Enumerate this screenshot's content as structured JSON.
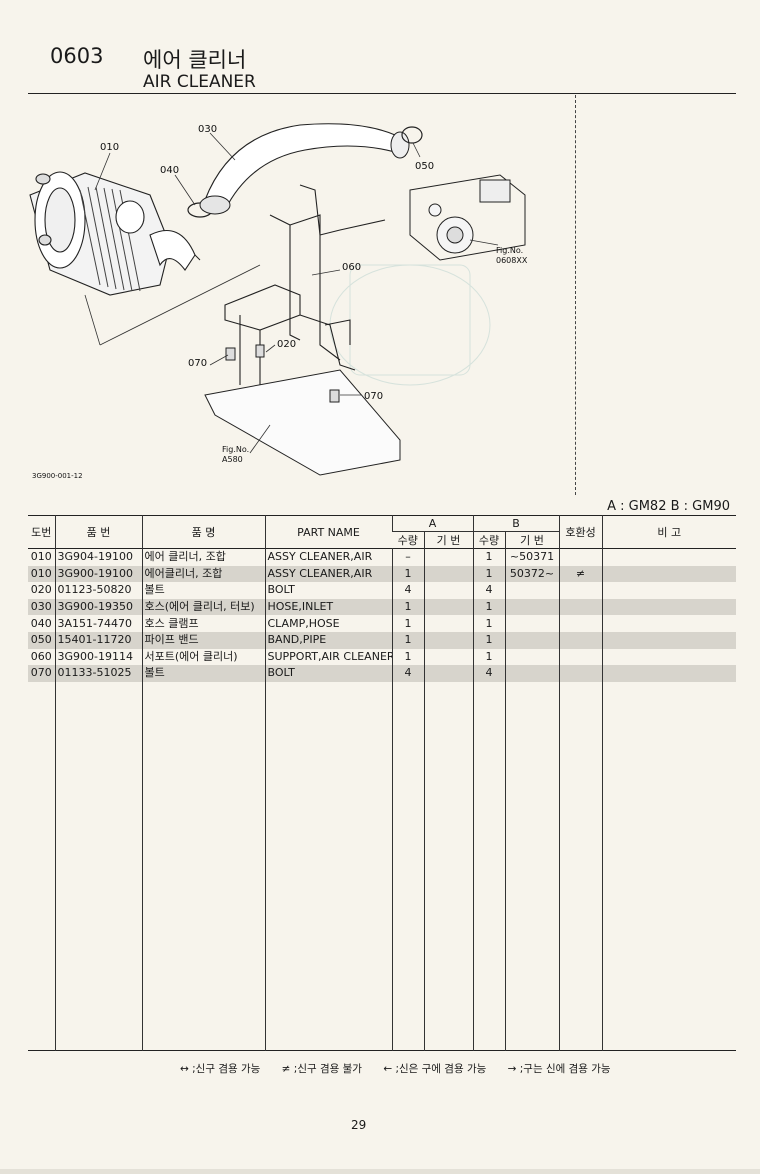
{
  "header": {
    "section_code": "0603",
    "title_kr": "에어 클리너",
    "title_en": "AIR CLEANER"
  },
  "diagram": {
    "callouts": {
      "c010": "010",
      "c020": "020",
      "c030": "030",
      "c040": "040",
      "c050": "050",
      "c060": "060",
      "c070a": "070",
      "c070b": "070",
      "fig1_label": "Fig.No.",
      "fig1_ref": "0608XX",
      "fig2_label": "Fig.No.",
      "fig2_ref": "A580",
      "drawing_id": "3G900-001-12"
    }
  },
  "models": "A : GM82   B : GM90",
  "table": {
    "headers": {
      "no": "도번",
      "part_no": "품     번",
      "name_kr": "품          명",
      "part_name": "PART  NAME",
      "group_a": "A",
      "group_b": "B",
      "compat": "호환성",
      "remarks": "비     고",
      "qty_a": "수량",
      "serial_a": "기  번",
      "qty_b": "수량",
      "serial_b": "기  번"
    },
    "rows": [
      {
        "no": "010",
        "part_no": "3G904-19100",
        "name_kr": "에어 클리너, 조합",
        "part_name": "ASSY CLEANER,AIR",
        "qty_a": "–",
        "serial_a": "",
        "qty_b": "1",
        "serial_b": "~50371",
        "compat": "",
        "remarks": ""
      },
      {
        "no": "010",
        "part_no": "3G900-19100",
        "name_kr": "에어클리너, 조합",
        "part_name": "ASSY CLEANER,AIR",
        "qty_a": "1",
        "serial_a": "",
        "qty_b": "1",
        "serial_b": "50372~",
        "compat": "≠",
        "remarks": ""
      },
      {
        "no": "020",
        "part_no": "01123-50820",
        "name_kr": "볼트",
        "part_name": "BOLT",
        "qty_a": "4",
        "serial_a": "",
        "qty_b": "4",
        "serial_b": "",
        "compat": "",
        "remarks": ""
      },
      {
        "no": "030",
        "part_no": "3G900-19350",
        "name_kr": "호스(에어 클리너, 터보)",
        "part_name": "HOSE,INLET",
        "qty_a": "1",
        "serial_a": "",
        "qty_b": "1",
        "serial_b": "",
        "compat": "",
        "remarks": ""
      },
      {
        "no": "040",
        "part_no": "3A151-74470",
        "name_kr": "호스 클램프",
        "part_name": "CLAMP,HOSE",
        "qty_a": "1",
        "serial_a": "",
        "qty_b": "1",
        "serial_b": "",
        "compat": "",
        "remarks": ""
      },
      {
        "no": "050",
        "part_no": "15401-11720",
        "name_kr": "파이프 밴드",
        "part_name": "BAND,PIPE",
        "qty_a": "1",
        "serial_a": "",
        "qty_b": "1",
        "serial_b": "",
        "compat": "",
        "remarks": ""
      },
      {
        "no": "060",
        "part_no": "3G900-19114",
        "name_kr": "서포트(에어 클리너)",
        "part_name": "SUPPORT,AIR CLEANER",
        "qty_a": "1",
        "serial_a": "",
        "qty_b": "1",
        "serial_b": "",
        "compat": "",
        "remarks": ""
      },
      {
        "no": "070",
        "part_no": "01133-51025",
        "name_kr": "볼트",
        "part_name": "BOLT",
        "qty_a": "4",
        "serial_a": "",
        "qty_b": "4",
        "serial_b": "",
        "compat": "",
        "remarks": ""
      }
    ]
  },
  "legend": {
    "item1": "↔ ;신구 겸용 가능",
    "item2": "≠ ;신구 겸용 불가",
    "item3": "← ;신은 구에 겸용 가능",
    "item4": "→ ;구는 신에 겸용 가능"
  },
  "page_number": "29"
}
